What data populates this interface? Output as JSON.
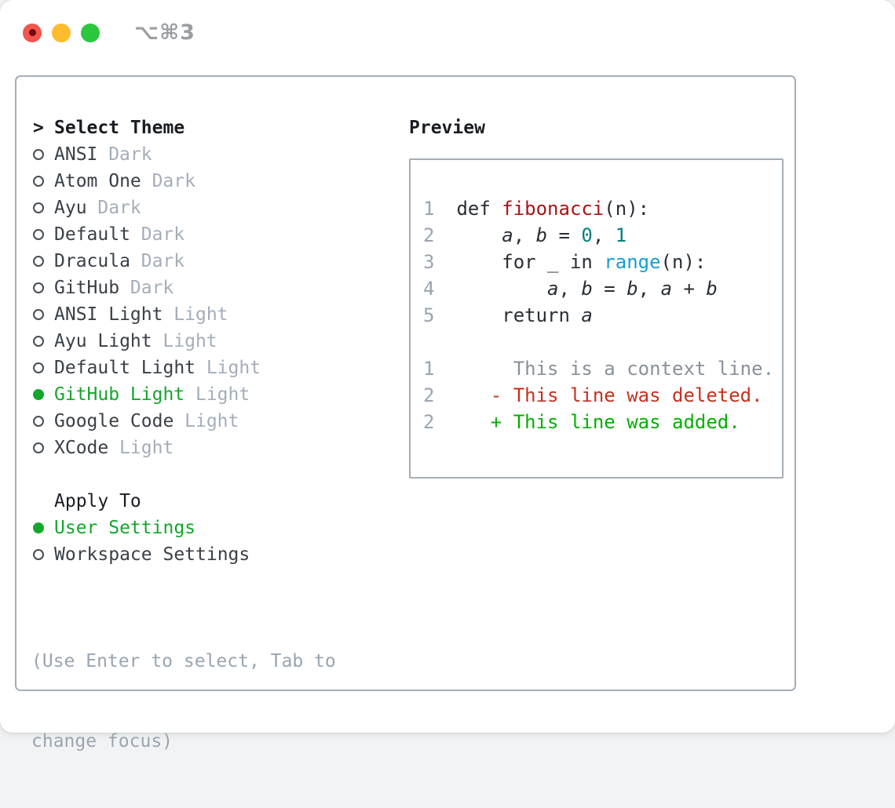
{
  "window": {
    "title_shortcut": "⌥⌘3",
    "traffic_lights": [
      "close",
      "minimize",
      "zoom"
    ]
  },
  "colors": {
    "tl_red": "#f2564d",
    "tl_yellow": "#fdbc2e",
    "tl_green": "#2bc73f",
    "sel_green": "#15a62c",
    "fn_red": "#a61616",
    "num_teal": "#008080",
    "bi_blue": "#149fd4",
    "ctx_gray": "#8a919a",
    "del_red": "#c4321e",
    "add_green": "#00b100",
    "gutter": "#9aa5b1",
    "code_ink": "#2a2f35"
  },
  "theme_picker": {
    "header_prefix": ">",
    "header": "Select Theme",
    "items": [
      {
        "name": "ANSI",
        "variant": "Dark",
        "selected": false
      },
      {
        "name": "Atom One",
        "variant": "Dark",
        "selected": false
      },
      {
        "name": "Ayu",
        "variant": "Dark",
        "selected": false
      },
      {
        "name": "Default",
        "variant": "Dark",
        "selected": false
      },
      {
        "name": "Dracula",
        "variant": "Dark",
        "selected": false
      },
      {
        "name": "GitHub",
        "variant": "Dark",
        "selected": false
      },
      {
        "name": "ANSI Light",
        "variant": "Light",
        "selected": false
      },
      {
        "name": "Ayu Light",
        "variant": "Light",
        "selected": false
      },
      {
        "name": "Default Light",
        "variant": "Light",
        "selected": false
      },
      {
        "name": "GitHub Light",
        "variant": "Light",
        "selected": true
      },
      {
        "name": "Google Code",
        "variant": "Light",
        "selected": false
      },
      {
        "name": "XCode",
        "variant": "Light",
        "selected": false
      }
    ],
    "apply_to": {
      "header": "Apply To",
      "options": [
        {
          "label": "User Settings",
          "selected": true
        },
        {
          "label": "Workspace Settings",
          "selected": false
        }
      ]
    },
    "hint_line1": "(Use Enter to select, Tab to",
    "hint_line2": "change focus)"
  },
  "preview": {
    "title": "Preview",
    "code_lines": [
      {
        "num": "1",
        "cls": "",
        "tokens": [
          {
            "t": "def "
          },
          {
            "t": "fibonacci",
            "c": "fn"
          },
          {
            "t": "(n):"
          }
        ]
      },
      {
        "num": "2",
        "cls": "",
        "tokens": [
          {
            "t": "    "
          },
          {
            "t": "a",
            "c": "var"
          },
          {
            "t": ", "
          },
          {
            "t": "b",
            "c": "var"
          },
          {
            "t": " = "
          },
          {
            "t": "0",
            "c": "num"
          },
          {
            "t": ", "
          },
          {
            "t": "1",
            "c": "num"
          }
        ]
      },
      {
        "num": "3",
        "cls": "",
        "tokens": [
          {
            "t": "    for _ in "
          },
          {
            "t": "range",
            "c": "bi"
          },
          {
            "t": "(n):"
          }
        ]
      },
      {
        "num": "4",
        "cls": "",
        "tokens": [
          {
            "t": "        "
          },
          {
            "t": "a",
            "c": "var"
          },
          {
            "t": ", "
          },
          {
            "t": "b",
            "c": "var"
          },
          {
            "t": " = "
          },
          {
            "t": "b",
            "c": "var"
          },
          {
            "t": ", "
          },
          {
            "t": "a",
            "c": "var"
          },
          {
            "t": " + "
          },
          {
            "t": "b",
            "c": "var"
          }
        ]
      },
      {
        "num": "5",
        "cls": "",
        "tokens": [
          {
            "t": "    return "
          },
          {
            "t": "a",
            "c": "var"
          }
        ]
      },
      {
        "num": "",
        "cls": "",
        "tokens": []
      },
      {
        "num": "1",
        "cls": "context",
        "tokens": [
          {
            "t": "     This is a context line."
          }
        ]
      },
      {
        "num": "2",
        "cls": "del",
        "tokens": [
          {
            "t": "   - This line was deleted."
          }
        ]
      },
      {
        "num": "2",
        "cls": "add",
        "tokens": [
          {
            "t": "   + This line was added."
          }
        ]
      }
    ]
  }
}
